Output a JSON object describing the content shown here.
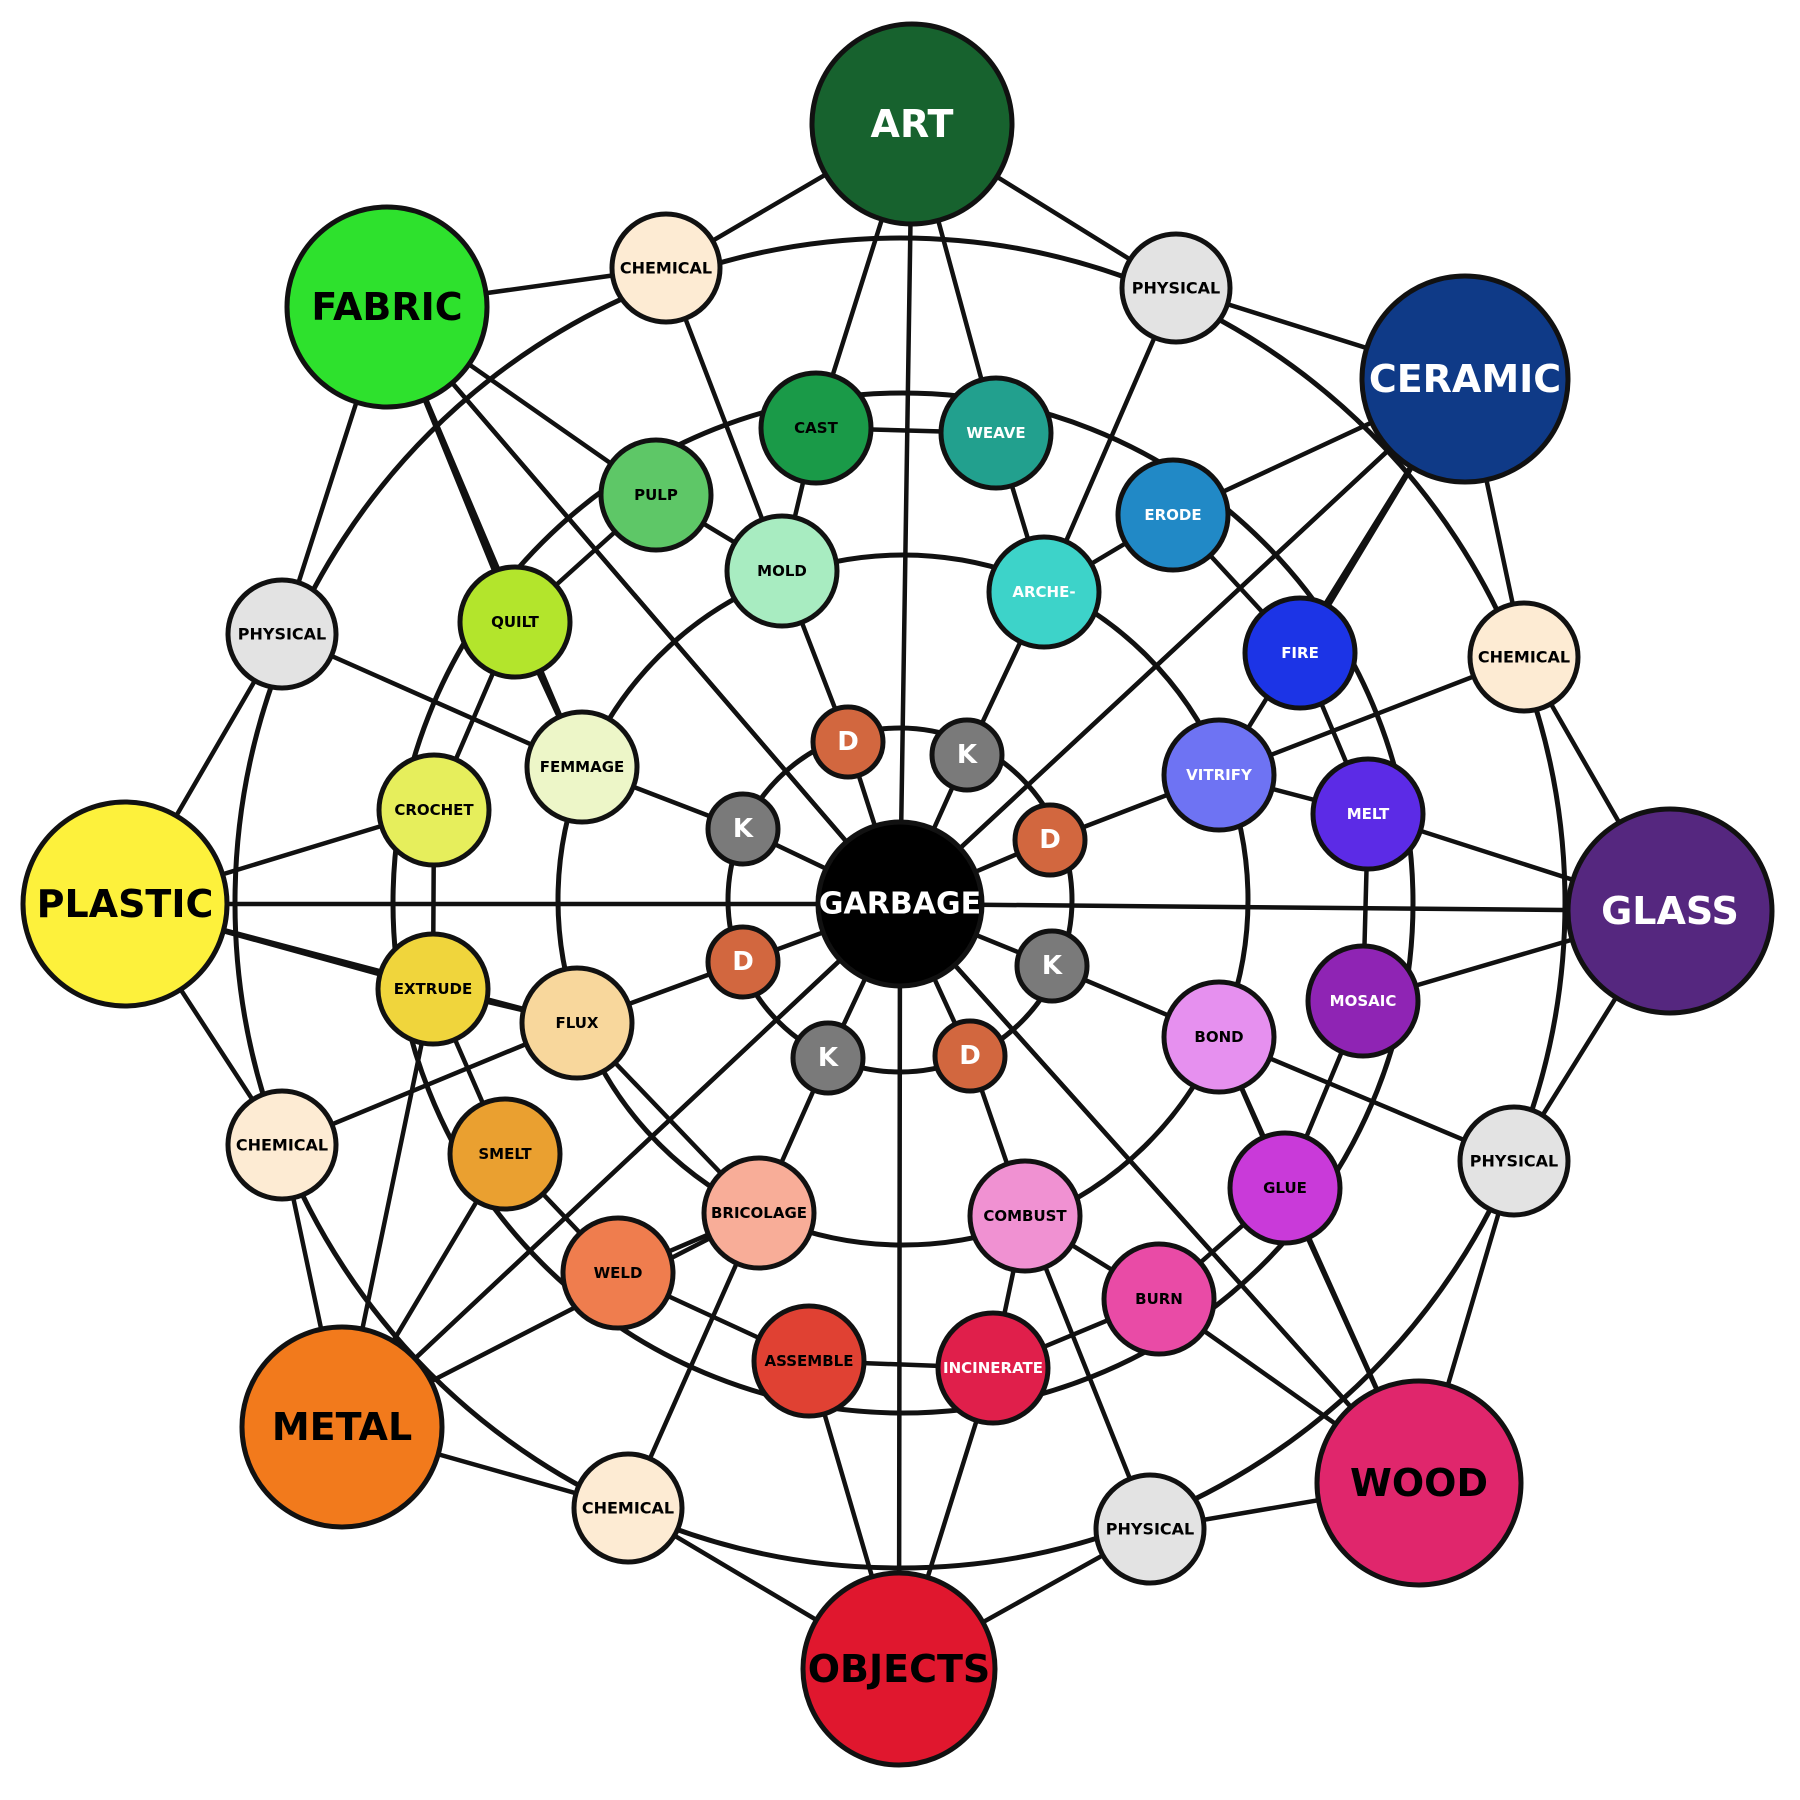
{
  "center": {
    "label": "GARBAGE",
    "color": "#000000",
    "text_color": "#ffffff"
  },
  "materials": [
    {
      "label": "ART",
      "color": "#17622e",
      "text_color": "#ffffff"
    },
    {
      "label": "CERAMIC",
      "color": "#0f3a87",
      "text_color": "#ffffff"
    },
    {
      "label": "GLASS",
      "color": "#55277f",
      "text_color": "#ffffff"
    },
    {
      "label": "WOOD",
      "color": "#e0266c",
      "text_color": "#000000"
    },
    {
      "label": "OBJECTS",
      "color": "#e0172e",
      "text_color": "#000000"
    },
    {
      "label": "METAL",
      "color": "#f27a1c",
      "text_color": "#000000"
    },
    {
      "label": "PLASTIC",
      "color": "#fdf13c",
      "text_color": "#000000"
    },
    {
      "label": "FABRIC",
      "color": "#2ee12d",
      "text_color": "#000000"
    }
  ],
  "processes": [
    {
      "label": "CAST",
      "color": "#1a9a48",
      "text_color": "#000000"
    },
    {
      "label": "WEAVE",
      "color": "#22a08e",
      "text_color": "#ffffff"
    },
    {
      "label": "PULP",
      "color": "#5ec767",
      "text_color": "#000000"
    },
    {
      "label": "MOLD",
      "color": "#a8ecc1",
      "text_color": "#000000"
    },
    {
      "label": "ARCHE-",
      "color": "#3dd3c9",
      "text_color": "#ffffff"
    },
    {
      "label": "ERODE",
      "color": "#2189c6",
      "text_color": "#ffffff"
    },
    {
      "label": "QUILT",
      "color": "#b3e52c",
      "text_color": "#000000"
    },
    {
      "label": "FIRE",
      "color": "#1c34e6",
      "text_color": "#ffffff"
    },
    {
      "label": "FEMMAGE",
      "color": "#edf6c8",
      "text_color": "#000000"
    },
    {
      "label": "VITRIFY",
      "color": "#6e73f3",
      "text_color": "#ffffff"
    },
    {
      "label": "CROCHET",
      "color": "#e6ee5c",
      "text_color": "#000000"
    },
    {
      "label": "MELT",
      "color": "#5c2be6",
      "text_color": "#ffffff"
    },
    {
      "label": "EXTRUDE",
      "color": "#f0d53c",
      "text_color": "#000000"
    },
    {
      "label": "FLUX",
      "color": "#f8d79c",
      "text_color": "#000000"
    },
    {
      "label": "MOSAIC",
      "color": "#8f24b4",
      "text_color": "#ffffff"
    },
    {
      "label": "BOND",
      "color": "#e690ef",
      "text_color": "#000000"
    },
    {
      "label": "SMELT",
      "color": "#eaa030",
      "text_color": "#000000"
    },
    {
      "label": "GLUE",
      "color": "#c93ad9",
      "text_color": "#000000"
    },
    {
      "label": "BRICOLAGE",
      "color": "#f8ad98",
      "text_color": "#000000"
    },
    {
      "label": "COMBUST",
      "color": "#f091d2",
      "text_color": "#000000"
    },
    {
      "label": "WELD",
      "color": "#ef7d4e",
      "text_color": "#000000"
    },
    {
      "label": "BURN",
      "color": "#e94ba6",
      "text_color": "#000000"
    },
    {
      "label": "ASSEMBLE",
      "color": "#e04133",
      "text_color": "#000000"
    },
    {
      "label": "INCINERATE",
      "color": "#e01f4b",
      "text_color": "#ffffff"
    }
  ],
  "types": [
    {
      "label": "CHEMICAL",
      "color": "#fdebd3",
      "text_color": "#000000"
    },
    {
      "label": "PHYSICAL",
      "color": "#e3e3e3",
      "text_color": "#000000"
    },
    {
      "label": "PHYSICAL",
      "color": "#e3e3e3",
      "text_color": "#000000"
    },
    {
      "label": "CHEMICAL",
      "color": "#fdebd3",
      "text_color": "#000000"
    },
    {
      "label": "PHYSICAL",
      "color": "#e3e3e3",
      "text_color": "#000000"
    },
    {
      "label": "CHEMICAL",
      "color": "#fdebd3",
      "text_color": "#000000"
    },
    {
      "label": "CHEMICAL",
      "color": "#fdebd3",
      "text_color": "#000000"
    },
    {
      "label": "PHYSICAL",
      "color": "#e3e3e3",
      "text_color": "#000000"
    }
  ],
  "inner_nodes": [
    {
      "label": "D",
      "color": "#d2673f",
      "text_color": "#ffffff"
    },
    {
      "label": "K",
      "color": "#7a7a7a",
      "text_color": "#ffffff"
    },
    {
      "label": "D",
      "color": "#d2673f",
      "text_color": "#ffffff"
    },
    {
      "label": "K",
      "color": "#7a7a7a",
      "text_color": "#ffffff"
    },
    {
      "label": "D",
      "color": "#d2673f",
      "text_color": "#ffffff"
    },
    {
      "label": "K",
      "color": "#7a7a7a",
      "text_color": "#ffffff"
    },
    {
      "label": "D",
      "color": "#d2673f",
      "text_color": "#ffffff"
    },
    {
      "label": "K",
      "color": "#7a7a7a",
      "text_color": "#ffffff"
    }
  ]
}
